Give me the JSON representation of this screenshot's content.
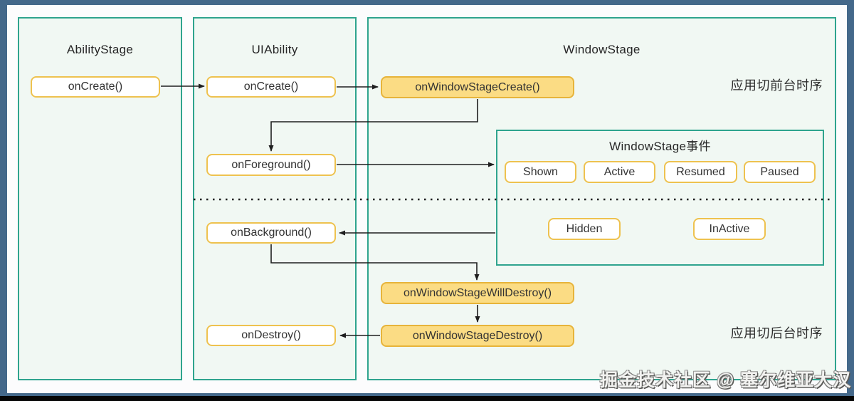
{
  "titles": {
    "ability_stage": "AbilityStage",
    "ui_ability": "UIAbility",
    "window_stage": "WindowStage",
    "window_stage_events": "WindowStage事件"
  },
  "nodes": {
    "ability_oncreate": "onCreate()",
    "uiability_oncreate": "onCreate()",
    "onwindowstagecreate": "onWindowStageCreate()",
    "onforeground": "onForeground()",
    "shown": "Shown",
    "active": "Active",
    "resumed": "Resumed",
    "paused": "Paused",
    "hidden": "Hidden",
    "inactive": "InActive",
    "onbackground": "onBackground()",
    "onwindowstagewilldestroy": "onWindowStageWillDestroy()",
    "ondestroy": "onDestroy()",
    "onwindowstagedestroy": "onWindowStageDestroy()"
  },
  "labels": {
    "foreground_sequence": "应用切前台时序",
    "background_sequence": "应用切后台时序"
  },
  "watermark": "掘金技术社区 @ 塞尔维亚大汉",
  "colors": {
    "frame": "#44688a",
    "canvas": "#fcfcfd",
    "container_border": "#2fa48e",
    "container_fill": "#f1f8f3",
    "node_border_plain": "#eec24f",
    "node_border_highlight": "#e7b43a",
    "node_fill_plain": "#ffffff",
    "node_fill_highlight": "#fbdc84",
    "line": "#1f1f1f",
    "text": "#333333"
  }
}
